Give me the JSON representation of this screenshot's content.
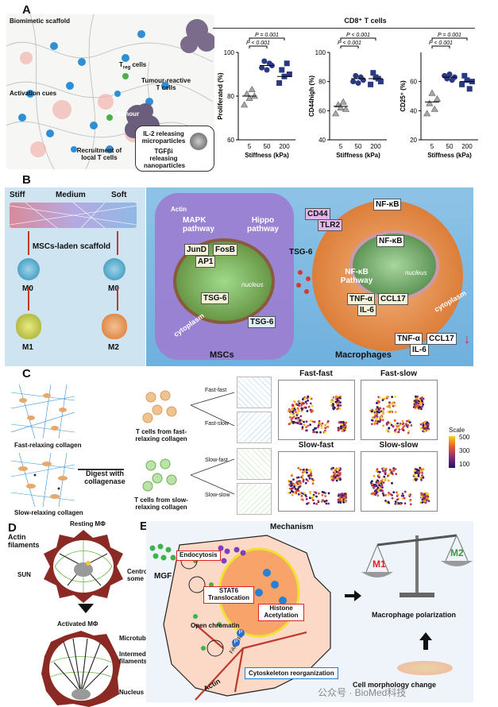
{
  "panels": {
    "a": "A",
    "b": "B",
    "c": "C",
    "d": "D",
    "e": "E"
  },
  "panelA": {
    "labels": {
      "scaffold": "Biomimetic scaffold",
      "treg_t": "T",
      "treg_sub": "reg",
      "treg_cells": " cells",
      "tumour_reactive": "Tumour-reactive T cells",
      "activation": "Activation cues",
      "tumour": "Tumour",
      "recruitment": "Recruitment of local T cells",
      "il2": "IL-2 releasing microparticles",
      "tgfb": "TGFβi releasing nanoparticles"
    },
    "header": "CD8⁺ T cells",
    "xlabel": "Stiffness (kPa)",
    "chart_data": [
      {
        "type": "scatter",
        "ylabel": "Proliferated (%)",
        "ylim": [
          60,
          100
        ],
        "yticks": [
          60,
          80,
          100
        ],
        "categories": [
          "5",
          "50",
          "200"
        ],
        "series": [
          {
            "values": [
              [
                76,
                81,
                79,
                83,
                80
              ],
              [
                93,
                96,
                92,
                95,
                94
              ],
              [
                86,
                92,
                89,
                95,
                90
              ]
            ]
          }
        ],
        "medians": [
          80,
          94,
          89
        ],
        "pvalues": [
          "P = 0.001",
          "P < 0.001"
        ]
      },
      {
        "type": "scatter",
        "ylabel": "CD44high (%)",
        "ylim": [
          40,
          100
        ],
        "yticks": [
          40,
          60,
          80,
          100
        ],
        "categories": [
          "5",
          "50",
          "200"
        ],
        "series": [
          {
            "values": [
              [
                58,
                64,
                62,
                66,
                61
              ],
              [
                80,
                84,
                79,
                83,
                81
              ],
              [
                78,
                86,
                83,
                82,
                80
              ]
            ]
          }
        ],
        "medians": [
          63,
          82,
          82
        ],
        "pvalues": [
          "P < 0.001",
          "P < 0.001"
        ]
      },
      {
        "type": "scatter",
        "ylabel": "CD25⁺ (%)",
        "ylim": [
          20,
          80
        ],
        "yticks": [
          20,
          40,
          60
        ],
        "categories": [
          "5",
          "50",
          "200"
        ],
        "series": [
          {
            "values": [
              [
                38,
                45,
                52,
                41,
                48
              ],
              [
                64,
                62,
                65,
                61,
                63
              ],
              [
                58,
                64,
                61,
                55,
                60
              ]
            ]
          }
        ],
        "medians": [
          46,
          63,
          60
        ],
        "pvalues": [
          "P = 0.001",
          "P < 0.001"
        ]
      }
    ]
  },
  "panelB": {
    "stiff": "Stiff",
    "medium": "Medium",
    "soft": "Soft",
    "msc_scaffold": "MSCs-laden scaffold",
    "m0a": "M0",
    "m0b": "M0",
    "m1": "M1",
    "m2": "M2",
    "actin": "Actin",
    "mapk": "MAPK pathway",
    "hippo": "Hippo pathway",
    "jund": "JunD",
    "fosb": "FosB",
    "ap1": "AP1",
    "nucleus": "nucleus",
    "tsg6": "TSG-6",
    "tsg6b": "TSG-6",
    "tsg6c": "TSG-6",
    "cytoplasm": "cytoplasm",
    "mscs": "MSCs",
    "cd44": "CD44",
    "tlr2": "TLR2",
    "nfkb": "NF-κB",
    "nfkb2": "NF-κB",
    "nucleus2": "nucleus",
    "nfkb_pathway": "NF-κB Pathway",
    "tnfa": "TNF-α",
    "ccl17": "CCL17",
    "il6": "IL-6",
    "cytoplasm2": "cytoplasm",
    "macrophages": "Macrophages",
    "tnfa2": "TNF-α",
    "ccl172": "CCL17",
    "il62": "IL-6"
  },
  "panelC": {
    "fast_collagen": "Fast-relaxing collagen",
    "slow_collagen": "Slow-relaxing collagen",
    "digest": "Digest with collagenase",
    "t_fast": "T cells from fast-relaxing collagen",
    "t_slow": "T cells from slow-relaxing collagen",
    "ff": "Fast-fast",
    "fs": "Fast-slow",
    "sf": "Slow-fast",
    "ss": "Slow-slow",
    "titles": [
      "Fast-fast",
      "Fast-slow",
      "Slow-fast",
      "Slow-slow"
    ],
    "scale": "Scale",
    "scale_ticks": [
      "500",
      "300",
      "100"
    ]
  },
  "panelD": {
    "resting": "Resting MΦ",
    "actin": "Actin filaments",
    "sun": "SUN",
    "centrosome": "Centro- some",
    "activated": "Activated MΦ",
    "microtube": "Microtube",
    "intermediate": "Intermediate filaments",
    "nucleus": "Nucleus"
  },
  "panelE": {
    "mechanism": "Mechanism",
    "mgf": "MGF",
    "endocytosis": "Endocytosis",
    "stat6": "STAT6 Translocation",
    "histone": "Histone Acetylation",
    "open_chromatin": "Open chromatin",
    "fak": "FAK-ERK",
    "cyto": "Cytoskeleton reorganization",
    "actin": "Actin",
    "m1": "M1",
    "m2": "M2",
    "polarization": "Macrophage polarization",
    "morph": "Cell morphology change",
    "watermark": "公众号 · BioMed科技"
  },
  "colors": {
    "purple": "#9b7fd1",
    "blue_bg": "#9cc8e8",
    "orange": "#f0a160",
    "red": "#d22",
    "green_dot": "#3cb44a"
  }
}
